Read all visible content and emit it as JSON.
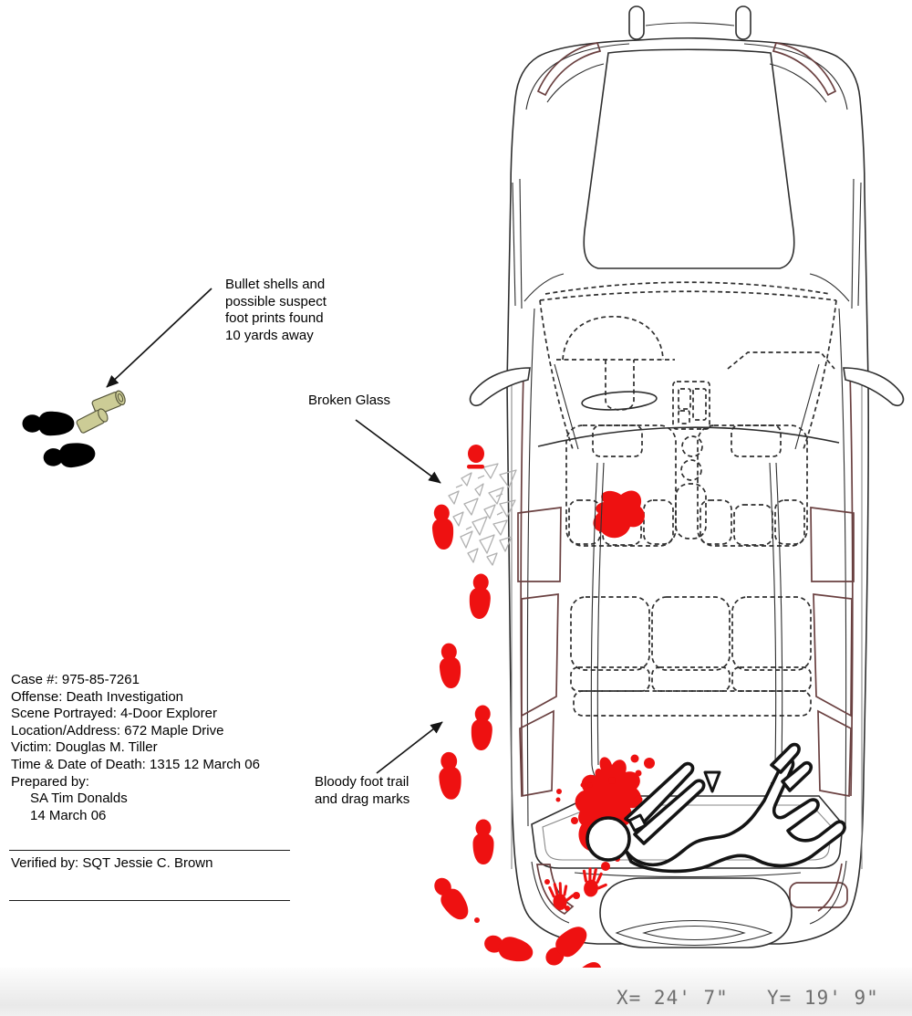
{
  "annotations": {
    "bullet_shells": "Bullet shells and\npossible suspect\nfoot prints found\n10 yards away",
    "broken_glass": "Broken Glass",
    "bloody_trail": "Bloody foot trail\nand drag marks"
  },
  "case_info": {
    "lines": [
      "Case #: 975-85-7261",
      "Offense: Death Investigation",
      "Scene Portrayed: 4-Door Explorer",
      "Location/Address: 672 Maple Drive",
      "Victim: Douglas M. Tiller",
      "Time & Date of Death: 1315 12 March 06",
      "Prepared by:"
    ],
    "prepared_by_name": "SA Tim Donalds",
    "prepared_by_date": "14 March 06",
    "verified_by": "Verified by: SQT Jessie C. Brown"
  },
  "statusbar": {
    "x_coord": "X= 24' 7\"",
    "y_coord": "Y= 19' 9\""
  },
  "markers": {
    "vehicle": "4-door-suv-top-view-outline",
    "suspect_footprints": "black-footprint-icon",
    "bullet_shells": "shell-casing-icon",
    "broken_glass": "glass-shard-icons",
    "blood_trail": "red-footprint-icons",
    "bloody_handprints": "red-handprint-icons",
    "victim": "body-outline-icon",
    "blood_pool": "blood-pool-icon"
  },
  "colors": {
    "blood": "#ee1111",
    "shell_casing": "#cccc96",
    "glass_outline": "#b0b0b0",
    "car_outline": "#2e2e2e",
    "window_trim": "#6a4040",
    "statusbar_text": "#6f6f6f"
  }
}
